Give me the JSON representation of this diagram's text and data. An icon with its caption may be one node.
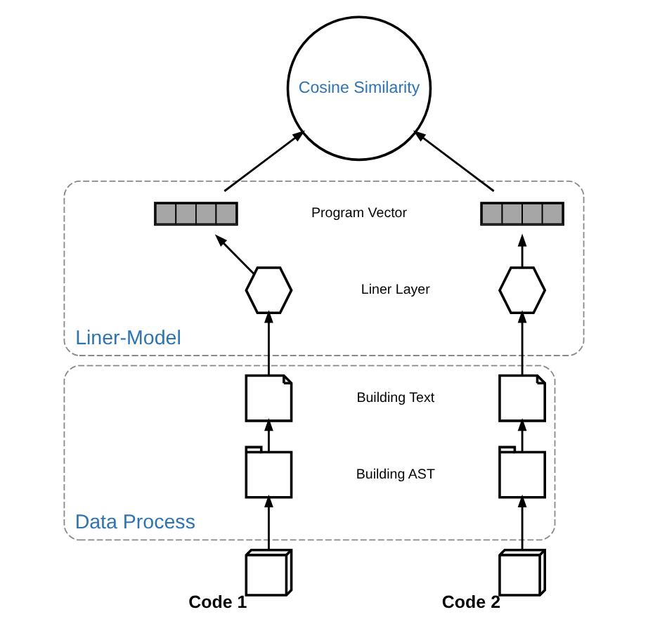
{
  "diagram": {
    "nodes": [
      {
        "text": [
          "Cosine Similarity"
        ]
      },
      {
        "text": [
          "Liner-Model"
        ]
      },
      {
        "text": [],
        "shape": "bar",
        "in": 1
      },
      {
        "text": [],
        "shape": "bar",
        "in": 1
      },
      {
        "text": [],
        "shape": "picture",
        "in": 1
      },
      {
        "text": [],
        "shape": "picture",
        "in": 1
      },
      {
        "text": [
          "Data Process"
        ]
      },
      {
        "text": [],
        "shape": "picture",
        "in": 6
      },
      {
        "text": [],
        "shape": "picture",
        "in": 6
      },
      {
        "text": [],
        "shape": "picture",
        "in": 6
      },
      {
        "text": [],
        "shape": "picture",
        "in": 6
      },
      {
        "text": [],
        "shape": "picture",
        "beside": [
          "Code 1"
        ]
      },
      {
        "text": [],
        "shape": "picture",
        "beside": [
          "Code 2"
        ]
      }
    ],
    "edges": [
      {
        "from": 2,
        "to": 0,
        "arrow": "to"
      },
      {
        "from": 3,
        "to": 0,
        "arrow": "to"
      },
      {
        "from": 4,
        "to": 2,
        "arrow": "to"
      },
      {
        "from": 5,
        "to": 3,
        "arrow": "to"
      },
      {
        "from": 7,
        "to": 4,
        "arrow": "to"
      },
      {
        "from": 8,
        "to": 5,
        "arrow": "to"
      },
      {
        "from": 9,
        "to": 7,
        "arrow": "to"
      },
      {
        "from": 10,
        "to": 8,
        "arrow": "to"
      },
      {
        "from": 11,
        "to": 9,
        "arrow": "to"
      },
      {
        "from": 12,
        "to": 10,
        "arrow": "to"
      }
    ],
    "labels": [
      "Program Vector",
      "Liner Layer",
      "Building Text",
      "Building AST"
    ]
  }
}
